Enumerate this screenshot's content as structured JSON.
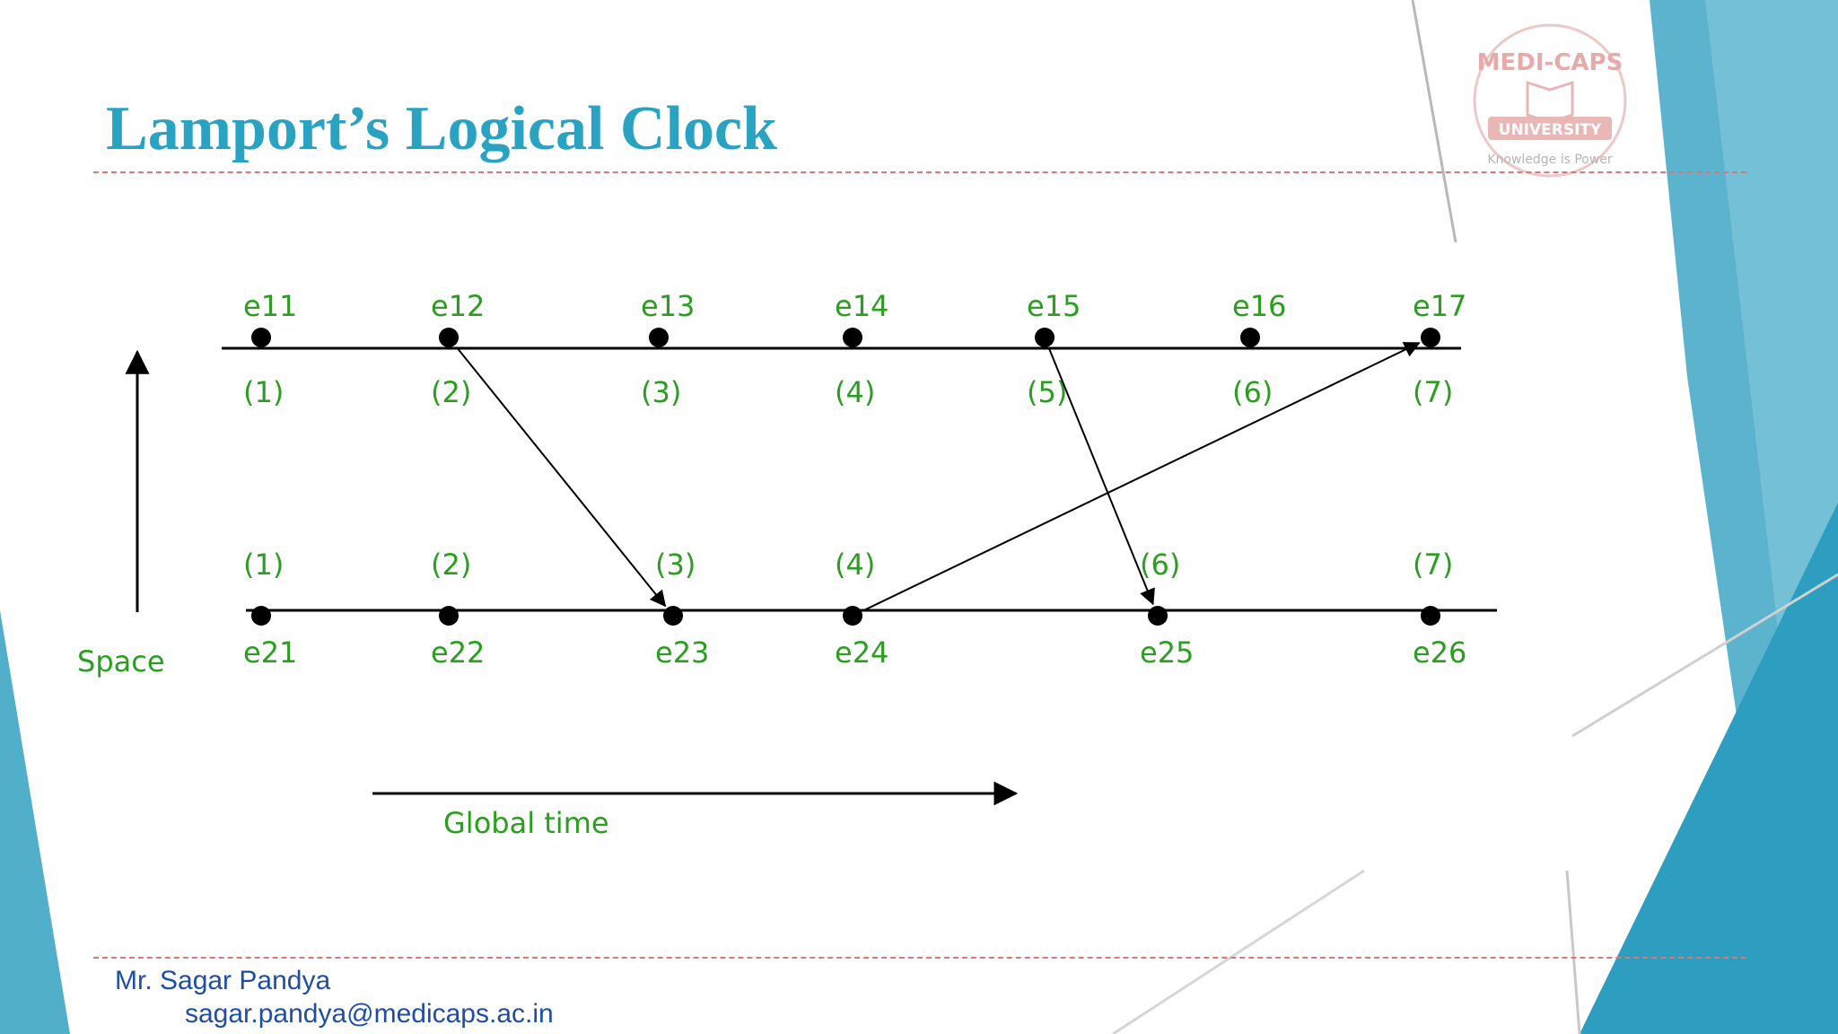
{
  "slide": {
    "title": "Lamport’s Logical Clock",
    "author": "Mr. Sagar Pandya",
    "email": "sagar.pandya@medicaps.ac.in"
  },
  "logo": {
    "name": "MEDI-CAPS",
    "ribbon": "UNIVERSITY",
    "tagline": "Knowledge is Power"
  },
  "diagram": {
    "axis_space_label": "Space",
    "axis_time_label": "Global time",
    "process1": [
      {
        "event": "e11",
        "clock": "(1)"
      },
      {
        "event": "e12",
        "clock": "(2)"
      },
      {
        "event": "e13",
        "clock": "(3)"
      },
      {
        "event": "e14",
        "clock": "(4)"
      },
      {
        "event": "e15",
        "clock": "(5)"
      },
      {
        "event": "e16",
        "clock": "(6)"
      },
      {
        "event": "e17",
        "clock": "(7)"
      }
    ],
    "process2": [
      {
        "event": "e21",
        "clock": "(1)"
      },
      {
        "event": "e22",
        "clock": "(2)"
      },
      {
        "event": "e23",
        "clock": "(3)"
      },
      {
        "event": "e24",
        "clock": "(4)"
      },
      {
        "event": "e25",
        "clock": "(6)"
      },
      {
        "event": "e26",
        "clock": "(7)"
      }
    ],
    "messages": [
      {
        "from": "e12",
        "to": "e23"
      },
      {
        "from": "e15",
        "to": "e25"
      },
      {
        "from": "e24",
        "to": "e17"
      }
    ],
    "colors": {
      "label": "#2a9e1e",
      "line": "#000000",
      "title": "#2aa3c3",
      "accent": "#2e9ec0"
    }
  }
}
